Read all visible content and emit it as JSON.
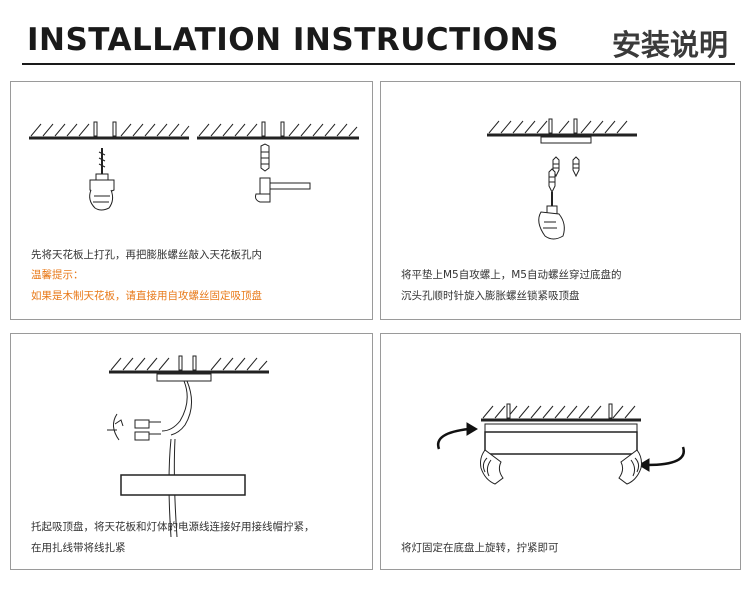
{
  "header": {
    "title_en": "INSTALLATION INSTRUCTIONS",
    "title_cn": "安装说明"
  },
  "steps": [
    {
      "lines": [
        "先将天花板上打孔，再把膨胀螺丝敲入天花板孔内"
      ],
      "tip_label": "温馨提示：",
      "tip_text": "如果是木制天花板，请直接用自攻螺丝固定吸顶盘"
    },
    {
      "lines": [
        "将平垫上M5自攻螺上，M5自动螺丝穿过底盘的",
        "沉头孔顺时针旋入膨胀螺丝锁紧吸顶盘"
      ]
    },
    {
      "lines": [
        "托起吸顶盘，将天花板和灯体的电源线连接好用接线帽拧紧，",
        "在用扎线带将线扎紧"
      ]
    },
    {
      "lines": [
        "将灯固定在底盘上旋转，拧紧即可"
      ]
    }
  ],
  "colors": {
    "accent": "#e87a1a",
    "text": "#333333",
    "border": "#9a9a9a"
  },
  "icons": [
    "drill-icon",
    "hammer-icon",
    "screwdriver-icon",
    "rotate-arrow-icon",
    "hands-icon"
  ]
}
